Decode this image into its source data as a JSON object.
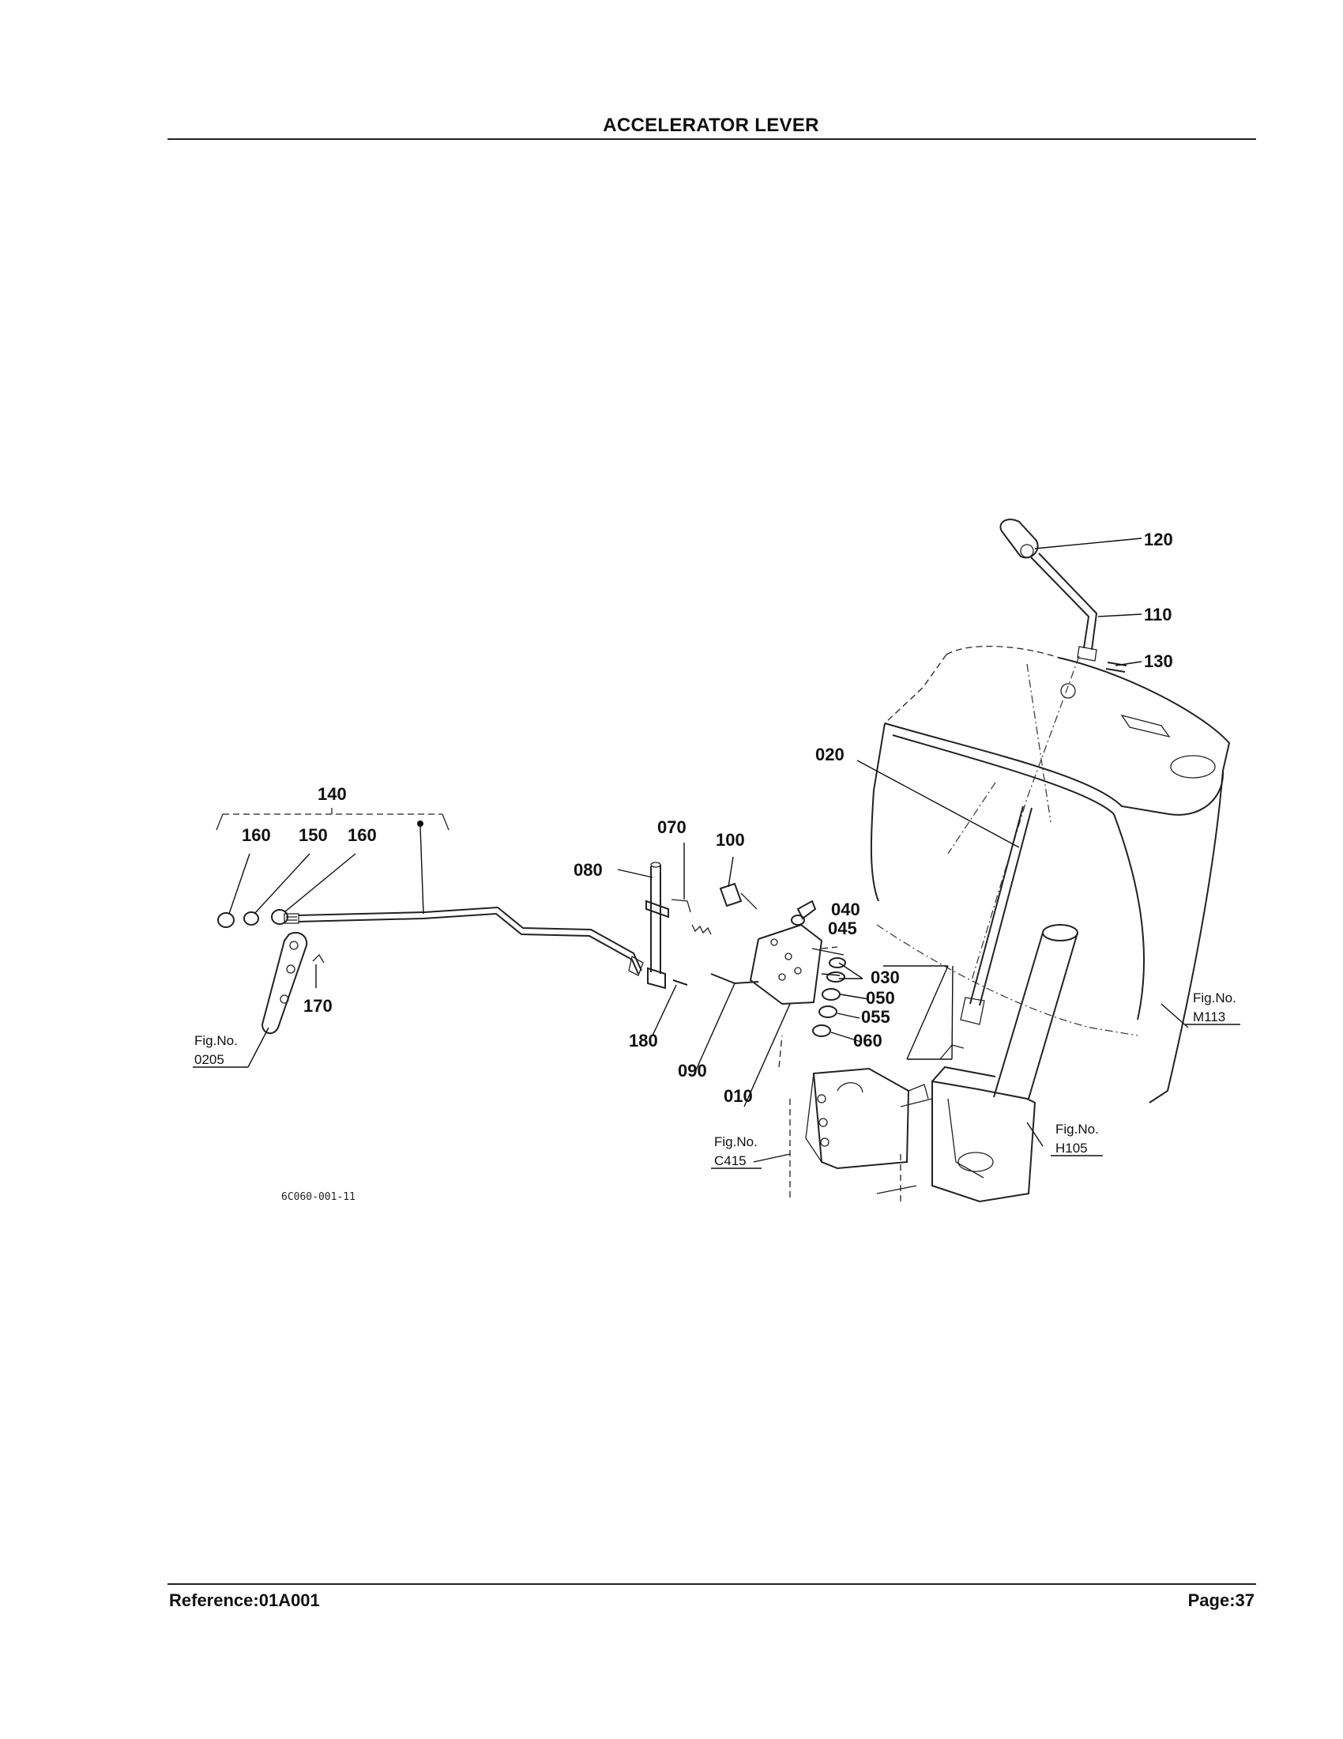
{
  "header": {
    "title": "ACCELERATOR LEVER"
  },
  "footer": {
    "reference": "Reference:01A001",
    "page": "Page:37"
  },
  "diagram": {
    "drawing_number": "6C060-001-11",
    "callouts": {
      "c010": "010",
      "c020": "020",
      "c030": "030",
      "c040": "040",
      "c045": "045",
      "c050": "050",
      "c055": "055",
      "c060": "060",
      "c070": "070",
      "c080": "080",
      "c090": "090",
      "c100": "100",
      "c110": "110",
      "c120": "120",
      "c130": "130",
      "c140": "140",
      "c150": "150",
      "c160a": "160",
      "c160b": "160",
      "c170": "170",
      "c180": "180"
    },
    "figure_refs": {
      "m113": {
        "label": "Fig.No.",
        "number": "M113"
      },
      "f0205": {
        "label": "Fig.No.",
        "number": "0205"
      },
      "c415": {
        "label": "Fig.No.",
        "number": "C415"
      },
      "h105": {
        "label": "Fig.No.",
        "number": "H105"
      }
    }
  }
}
